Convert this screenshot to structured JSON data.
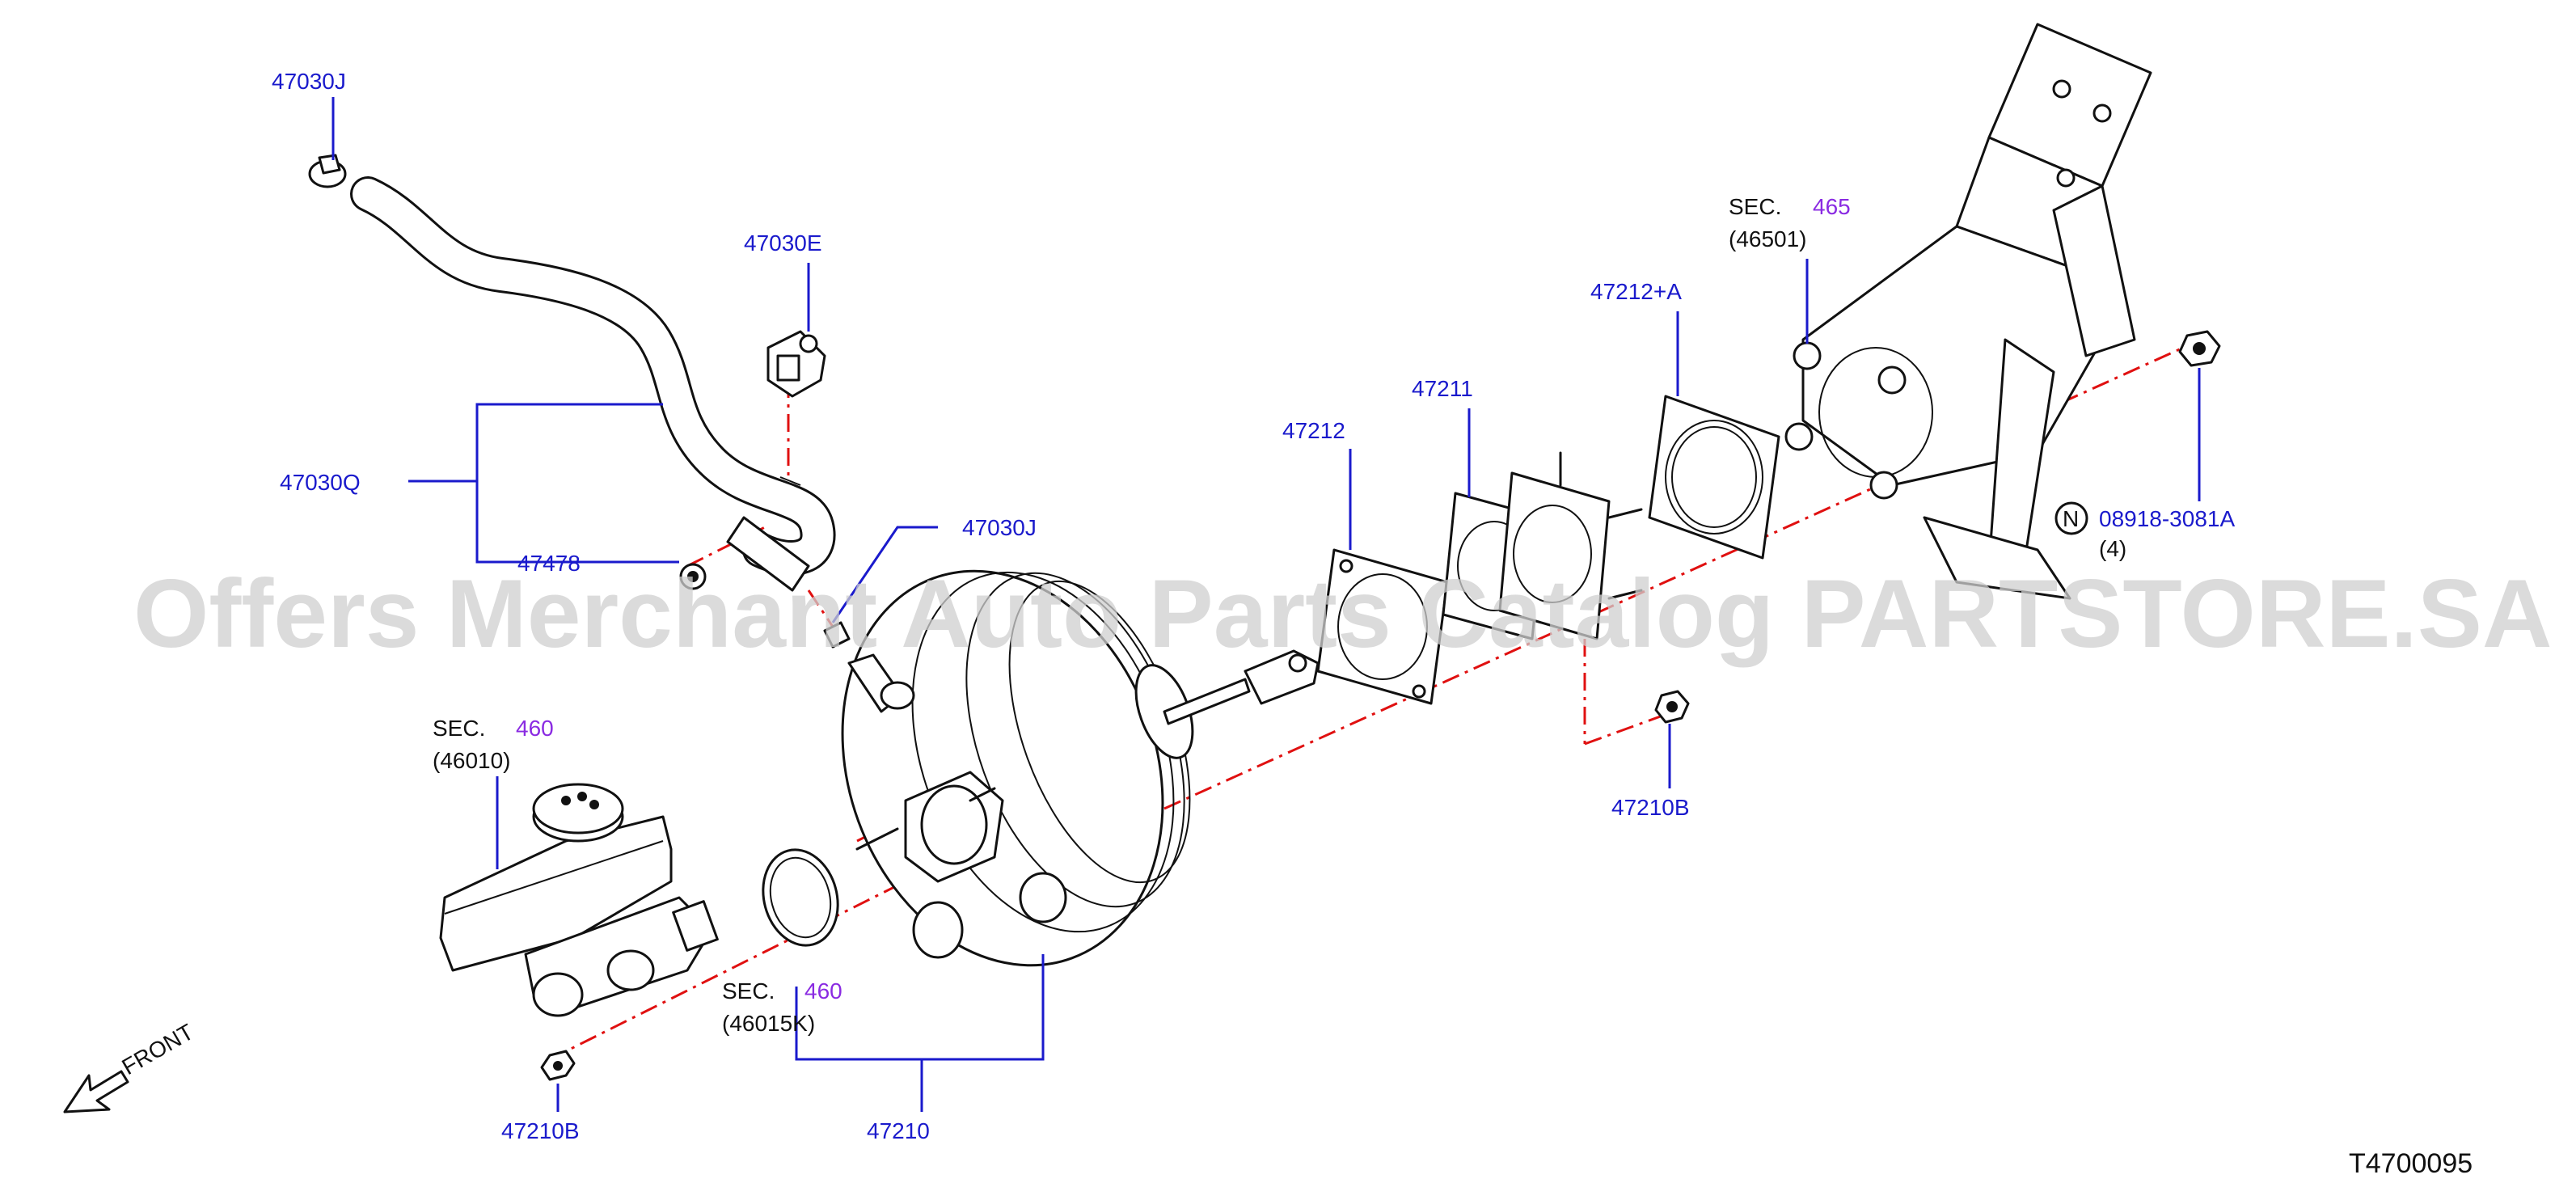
{
  "watermark": "Offers Merchant Auto Parts Catalog PARTSTORE.SA",
  "diagram_code": "T4700095",
  "front_label": "FRONT",
  "labels": {
    "p47030J_top": "47030J",
    "p47030E": "47030E",
    "p47030Q": "47030Q",
    "p47478": "47478",
    "p47030J_mid": "47030J",
    "sec_460_a_prefix": "SEC.",
    "sec_460_a_num": "460",
    "sec_460_a_sub": "(46010)",
    "sec_460_b_prefix": "SEC.",
    "sec_460_b_num": "460",
    "sec_460_b_sub": "(46015K)",
    "p47210": "47210",
    "p47210B_left": "47210B",
    "p47212": "47212",
    "p47211": "47211",
    "p47212A": "47212+A",
    "p47210B_right": "47210B",
    "sec_465_prefix": "SEC.",
    "sec_465_num": "465",
    "sec_465_sub": "(46501)",
    "nut_marker": "N",
    "nut_part": "08918-3081A",
    "nut_qty": "(4)"
  },
  "colors": {
    "label_blue": "#1a1acc",
    "section_purple": "#8a2be2",
    "centerline_red": "#e01010",
    "watermark_gray": "#cfcfcf"
  }
}
